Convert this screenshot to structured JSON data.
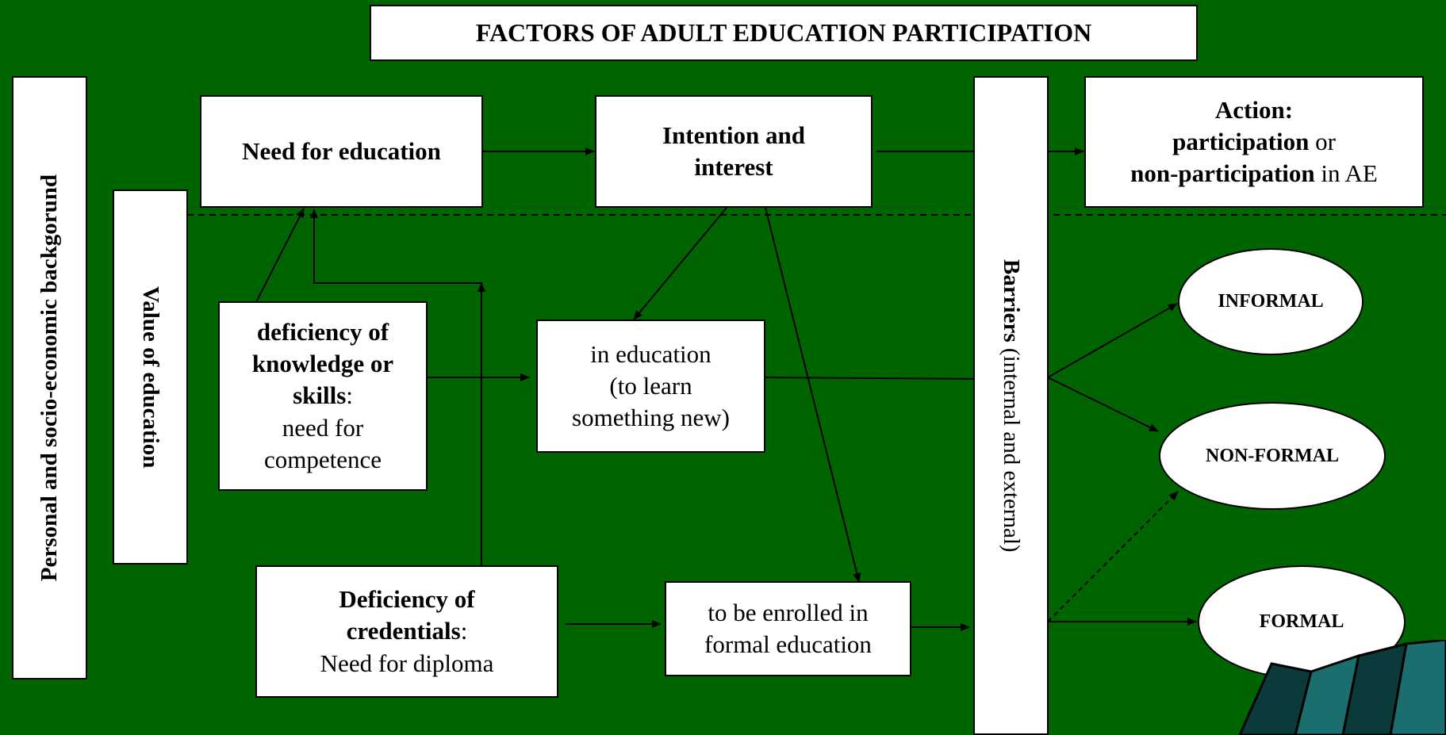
{
  "title": "FACTORS OF ADULT EDUCATION PARTICIPATION",
  "left_bar": "Personal and socio-economic backgorund",
  "value_bar": "Value of education",
  "barriers": {
    "bold": "Barriers",
    "rest": " (internal and external)"
  },
  "need": "Need for education",
  "intention": {
    "line1": "Intention and",
    "line2": "interest"
  },
  "action": {
    "line1": "Action:",
    "line2_bold": "participation",
    "line2_rest": " or",
    "line3_bold": "non-participation",
    "line3_rest": " in AE"
  },
  "deficiency_knowledge": {
    "b1": "deficiency of",
    "b2": "knowledge or",
    "b3": "skills",
    "colon": ":",
    "n1": "need for",
    "n2": "competence"
  },
  "in_education": {
    "l1": "in education",
    "l2": "(to learn",
    "l3": "something new)"
  },
  "deficiency_credentials": {
    "b1": "Deficiency of",
    "b2": "credentials",
    "colon": ":",
    "n1": "Need for diploma"
  },
  "enrolled": {
    "l1": "to be enrolled in",
    "l2": "formal education"
  },
  "outcomes": {
    "informal": "INFORMAL",
    "nonformal": "NON-FORMAL",
    "formal": "FORMAL"
  },
  "colors": {
    "background": "#006400",
    "box": "#ffffff",
    "deco_teal": "#1a6e6e"
  }
}
